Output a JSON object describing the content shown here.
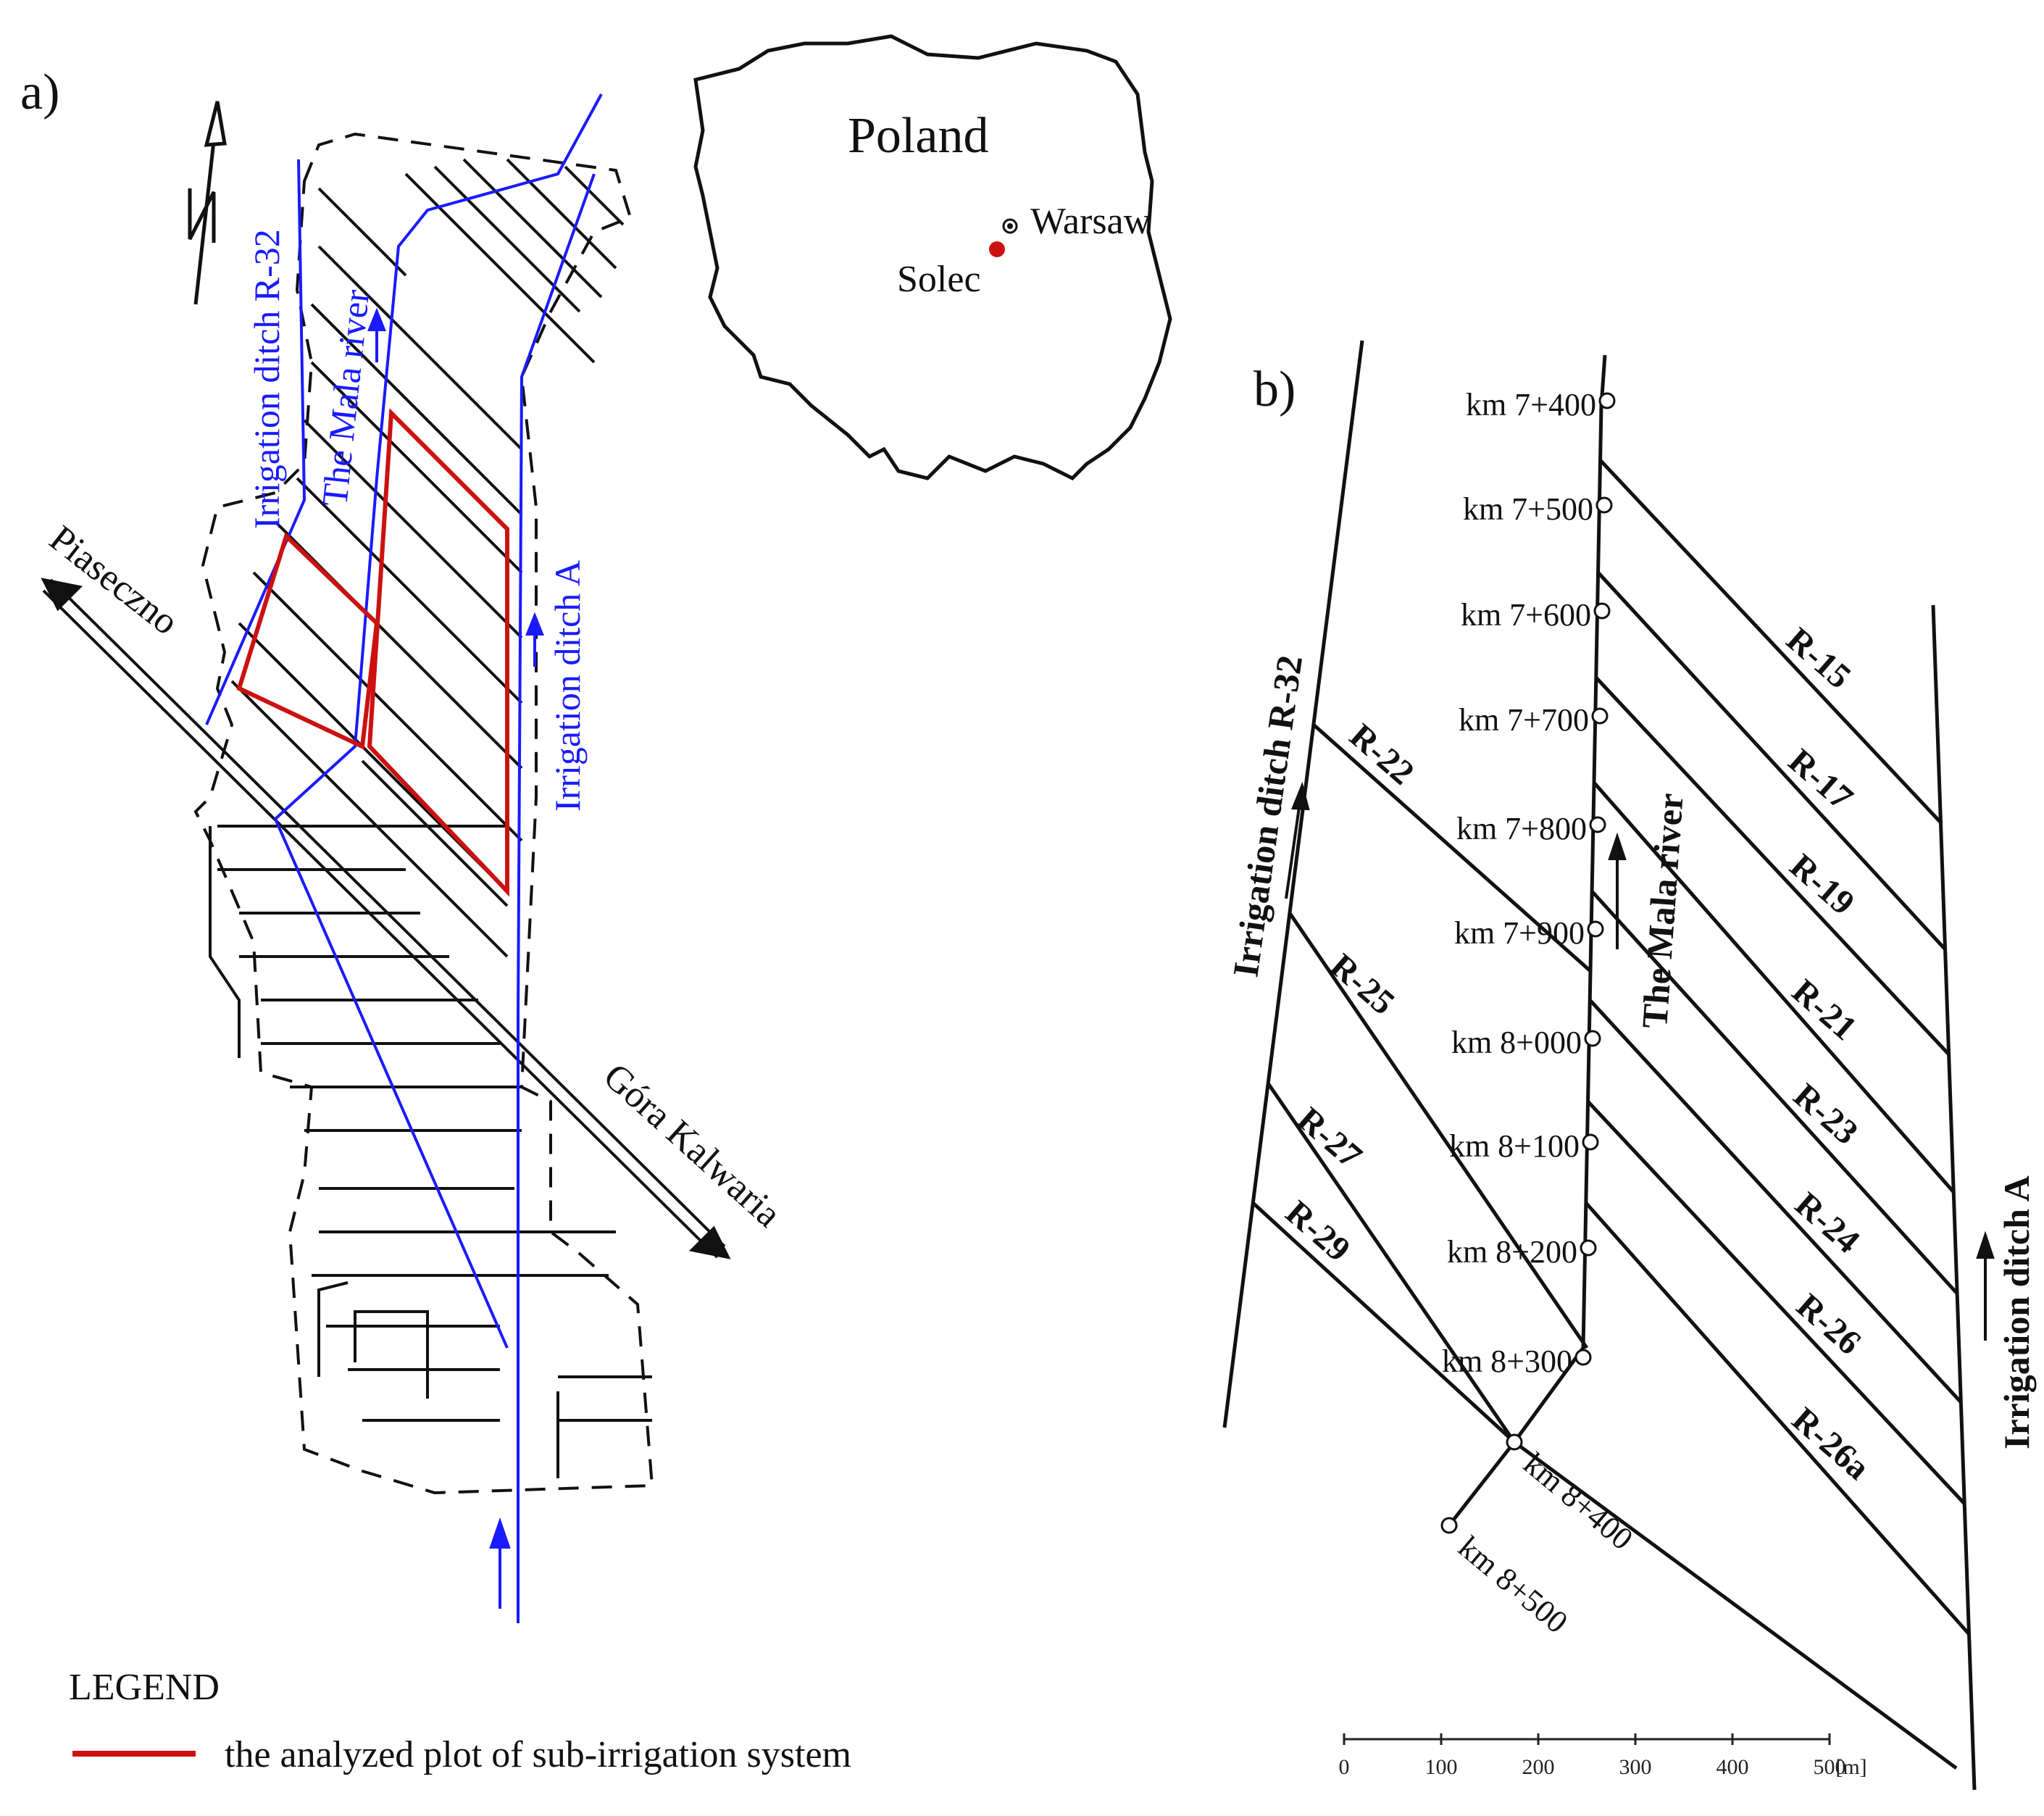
{
  "panel_a": {
    "label": "a)",
    "poland_label": "Poland",
    "warsaw_label": "Warsaw",
    "solec_label": "Solec",
    "r32_label": "Irrigation ditch R-32",
    "mala_label": "The Mala river",
    "ditch_a_label": "Irrigation ditch A",
    "piaseczno_label": "Piaseczno",
    "gora_label": "Góra Kalwaria",
    "north_label": "N"
  },
  "legend": {
    "title": "LEGEND",
    "item_label": "the analyzed plot of sub-irrigation system",
    "item_color": "#cc1111"
  },
  "panel_b": {
    "label": "b)",
    "r32_label": "Irrigation ditch R-32",
    "mala_label": "The Mala river",
    "ditch_a_label": "Irrigation ditch A",
    "km_marks": [
      "km 7+400",
      "km 7+500",
      "km 7+600",
      "km 7+700",
      "km 7+800",
      "km 7+900",
      "km 8+000",
      "km 8+100",
      "km 8+200",
      "km 8+300",
      "km 8+400",
      "km 8+500"
    ],
    "right_ditches": [
      "R-15",
      "R-17",
      "R-19",
      "R-21",
      "R-23",
      "R-24",
      "R-26",
      "R-26a"
    ],
    "left_ditches": [
      "R-22",
      "R-25",
      "R-27",
      "R-29"
    ],
    "scale_ticks": [
      "0",
      "100",
      "200",
      "300",
      "400",
      "500"
    ],
    "scale_unit": "[m]"
  },
  "colors": {
    "blue": "#1a1aff",
    "red": "#cc1111",
    "black": "#111111"
  }
}
